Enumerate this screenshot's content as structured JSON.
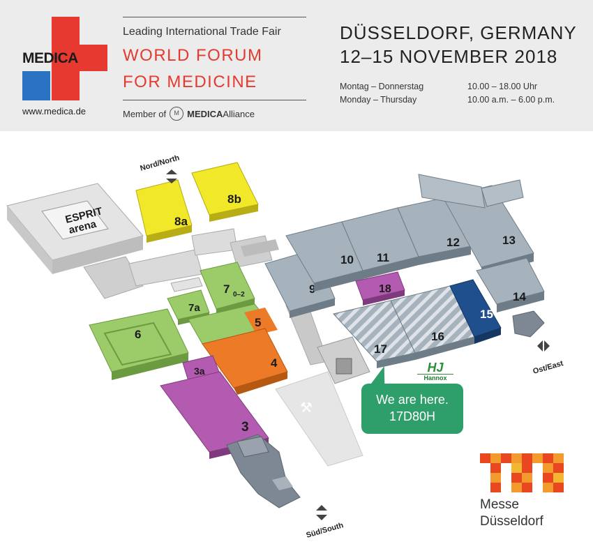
{
  "header": {
    "logo_word": "MEDICA",
    "logo_url": "www.medica.de",
    "tagline": "Leading International Trade Fair",
    "forum_line1": "WORLD FORUM",
    "forum_line2": "FOR MEDICINE",
    "member_prefix": "Member of",
    "alliance_bold": "MEDICA",
    "alliance_rest": "Alliance",
    "city": "DÜSSELDORF, GERMANY",
    "dates": "12–15 NOVEMBER 2018",
    "hours": [
      {
        "days": "Montag – Donnerstag",
        "time": "10.00 – 18.00 Uhr"
      },
      {
        "days": "Monday – Thursday",
        "time": "10.00 a.m. – 6.00 p.m."
      }
    ]
  },
  "colors": {
    "medica_red": "#e63a30",
    "medica_blue": "#2a73c2",
    "hall_yellow": "#f2e82a",
    "hall_green": "#9ccc6a",
    "hall_orange": "#ec7a27",
    "hall_purple": "#b35bb0",
    "hall_grey": "#a6b3bd",
    "hall_navy": "#1f4f8c",
    "callout_green": "#2e9e6a"
  },
  "map": {
    "arena_line1": "ESPRIT",
    "arena_line2": "arena",
    "compass": {
      "north": "Nord/North",
      "east": "Ost/East",
      "south": "Süd/South"
    },
    "halls": {
      "h3": "3",
      "h3a": "3a",
      "h4": "4",
      "h5": "5",
      "h6": "6",
      "h7a": "7a",
      "h7": "7",
      "h7sub": "0–2",
      "h8a": "8a",
      "h8b": "8b",
      "h9": "9",
      "h10": "10",
      "h11": "11",
      "h12": "12",
      "h13": "13",
      "h14": "14",
      "h15": "15",
      "h16": "16",
      "h17": "17",
      "h18": "18"
    },
    "callout_line1": "We are here.",
    "callout_line2": "17D80H",
    "exhibitor_mark": "HJ",
    "exhibitor_name": "Hannox"
  },
  "messe_logo": {
    "line1": "Messe",
    "line2": "Düsseldorf"
  }
}
